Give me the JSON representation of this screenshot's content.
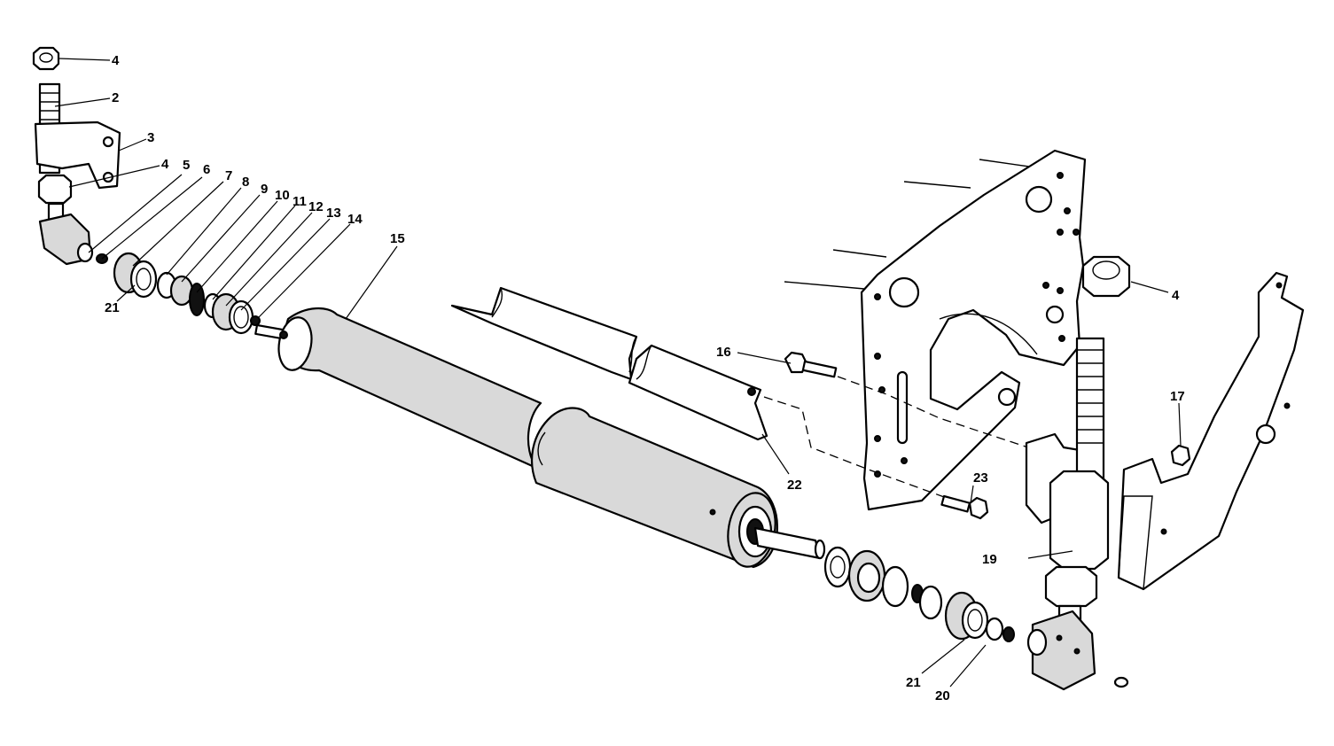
{
  "callouts": [
    {
      "id": "c4a",
      "text": "4"
    },
    {
      "id": "c2",
      "text": "2"
    },
    {
      "id": "c3",
      "text": "3"
    },
    {
      "id": "c4b",
      "text": "4"
    },
    {
      "id": "c5",
      "text": "5"
    },
    {
      "id": "c6",
      "text": "6"
    },
    {
      "id": "c7",
      "text": "7"
    },
    {
      "id": "c8",
      "text": "8"
    },
    {
      "id": "c9",
      "text": "9"
    },
    {
      "id": "c10",
      "text": "10"
    },
    {
      "id": "c11",
      "text": "11"
    },
    {
      "id": "c12",
      "text": "12"
    },
    {
      "id": "c13",
      "text": "13"
    },
    {
      "id": "c14",
      "text": "14"
    },
    {
      "id": "c15",
      "text": "15"
    },
    {
      "id": "c21a",
      "text": "21"
    },
    {
      "id": "c4c",
      "text": "4"
    },
    {
      "id": "c16",
      "text": "16"
    },
    {
      "id": "c17",
      "text": "17"
    },
    {
      "id": "c22",
      "text": "22"
    },
    {
      "id": "c23",
      "text": "23"
    },
    {
      "id": "c19",
      "text": "19"
    },
    {
      "id": "c21b",
      "text": "21"
    },
    {
      "id": "c20",
      "text": "20"
    }
  ]
}
